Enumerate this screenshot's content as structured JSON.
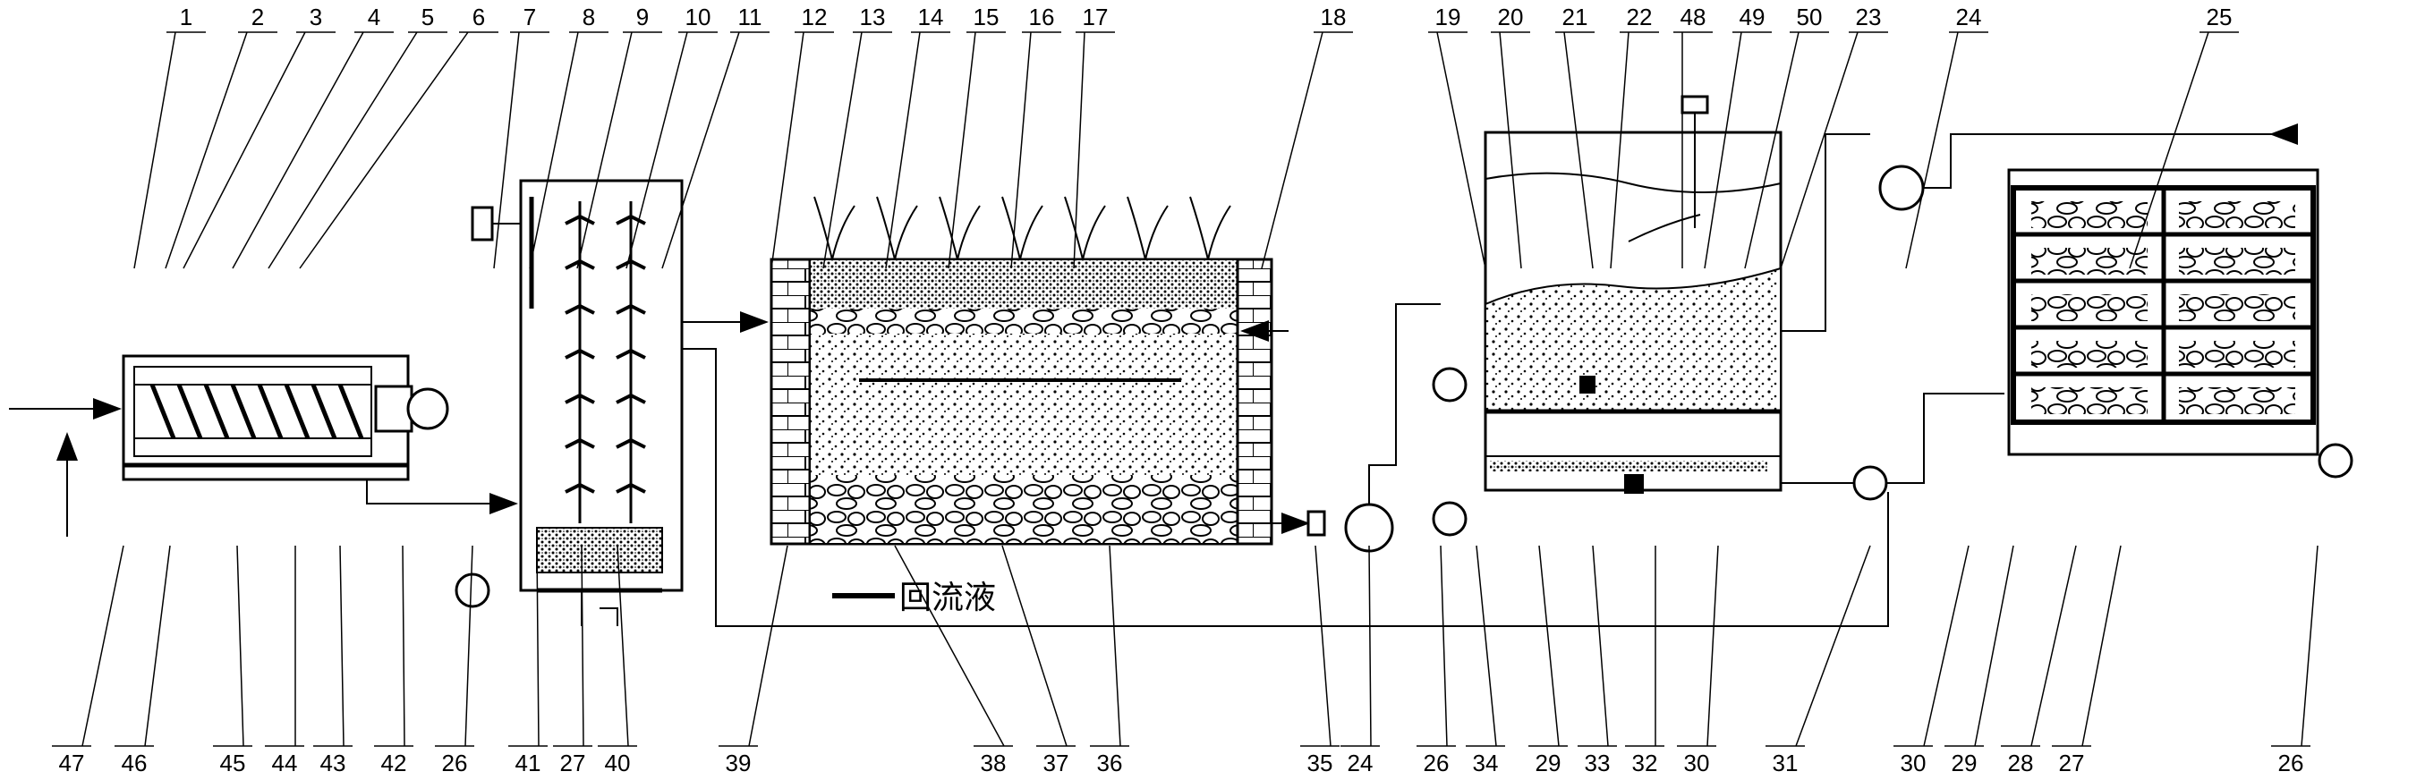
{
  "diagram": {
    "callouts_top": [
      "1",
      "2",
      "3",
      "4",
      "5",
      "6",
      "7",
      "8",
      "9",
      "10",
      "11",
      "12",
      "13",
      "14",
      "15",
      "16",
      "17",
      "18",
      "19",
      "20",
      "21",
      "22",
      "48",
      "49",
      "50",
      "23",
      "24",
      "25"
    ],
    "callouts_bottom": [
      "47",
      "46",
      "45",
      "44",
      "43",
      "42",
      "26",
      "41",
      "27",
      "40",
      "39",
      "38",
      "37",
      "36",
      "35",
      "24",
      "26",
      "34",
      "29",
      "33",
      "32",
      "30",
      "31",
      "30",
      "29",
      "28",
      "27",
      "26"
    ],
    "recycle_label": "回流液"
  }
}
